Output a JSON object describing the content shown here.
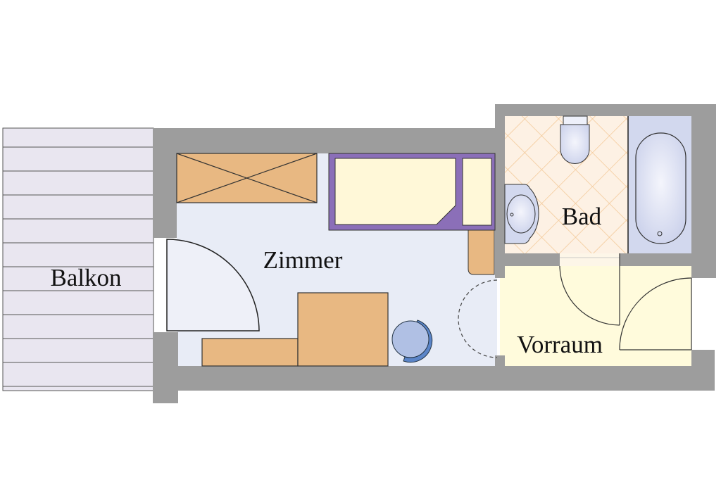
{
  "rooms": {
    "balcony": "Balkon",
    "room": "Zimmer",
    "bath": "Bad",
    "hall": "Vorraum"
  },
  "colors": {
    "wall": "#9d9d9d",
    "balcony": "#e9e6f0",
    "room_floor": "#e8ecf6",
    "hall_floor": "#fffbdc",
    "bath_floor": "#fdf1e4",
    "furniture": "#e8b882",
    "bed_frame": "#8b6fb8",
    "mattress": "#fff8d8",
    "sanitary": "#d2d8ee",
    "chair": "#b0c0e4",
    "chair_back": "#5b85c8"
  }
}
